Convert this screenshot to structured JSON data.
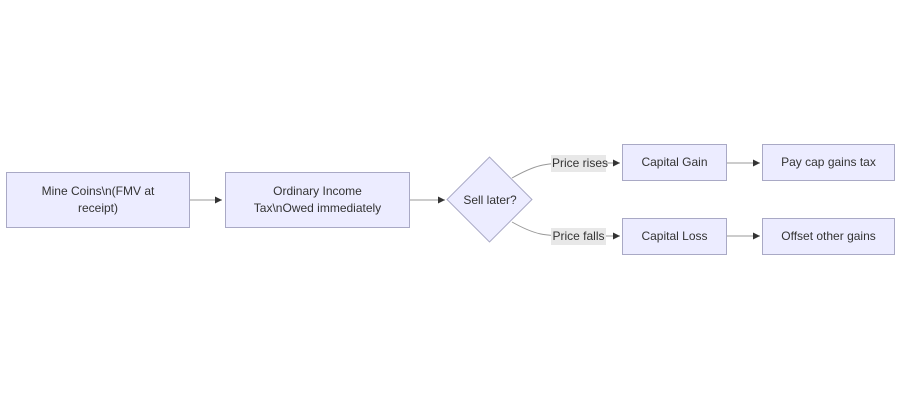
{
  "colors": {
    "node_fill": "#ECECFF",
    "node_border": "#A9A9C5",
    "edge_line": "#999999",
    "arrowhead": "#333333",
    "edge_label_bg": "#E8E8E8",
    "text": "#333333",
    "background": "#FFFFFF"
  },
  "diagram": {
    "type": "flowchart-left-to-right",
    "nodes": [
      {
        "id": "mine-coins",
        "shape": "rectangle",
        "lines": [
          "Mine Coins\\n(FMV at",
          "receipt)"
        ]
      },
      {
        "id": "ordinary-income-tax",
        "shape": "rectangle",
        "lines": [
          "Ordinary Income",
          "Tax\\nOwed immediately"
        ]
      },
      {
        "id": "sell-later",
        "shape": "diamond",
        "label": "Sell later?"
      },
      {
        "id": "capital-gain",
        "shape": "rectangle",
        "label": "Capital Gain"
      },
      {
        "id": "pay-cap-gains-tax",
        "shape": "rectangle",
        "label": "Pay cap gains tax"
      },
      {
        "id": "capital-loss",
        "shape": "rectangle",
        "label": "Capital Loss"
      },
      {
        "id": "offset-other-gains",
        "shape": "rectangle",
        "label": "Offset other gains"
      }
    ],
    "edges": [
      {
        "from": "mine-coins",
        "to": "ordinary-income-tax",
        "label": ""
      },
      {
        "from": "ordinary-income-tax",
        "to": "sell-later",
        "label": ""
      },
      {
        "from": "sell-later",
        "to": "capital-gain",
        "label": "Price rises"
      },
      {
        "from": "sell-later",
        "to": "capital-loss",
        "label": "Price falls"
      },
      {
        "from": "capital-gain",
        "to": "pay-cap-gains-tax",
        "label": ""
      },
      {
        "from": "capital-loss",
        "to": "offset-other-gains",
        "label": ""
      }
    ]
  }
}
